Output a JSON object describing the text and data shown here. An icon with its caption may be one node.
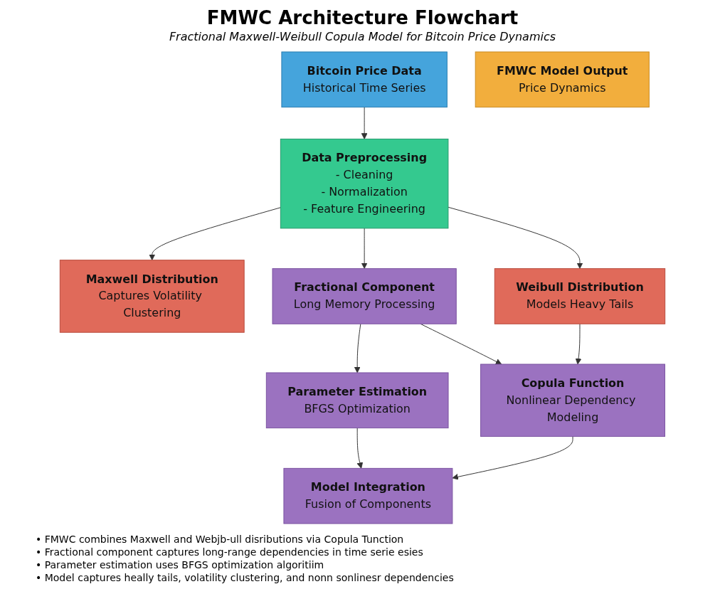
{
  "diagram": {
    "title": "FMWC Architecture Flowchart",
    "nodes": [
      {
        "text": [
          "Bitcoin Price Data",
          "Historical Time Series"
        ]
      },
      {
        "text": [
          "Data Preprocessing",
          "- Cleaning",
          "- Normalization",
          "- Feature Engineering"
        ]
      },
      {
        "text": [
          "Maxwell Distribution",
          "Captures Volatility Clustering"
        ]
      },
      {
        "text": [
          "Weibull Distribution",
          "Models Heavy Tails"
        ]
      },
      {
        "text": [
          "Fractional Component",
          "Long Memory Processing"
        ]
      },
      {
        "text": [
          "Parameter Estimation",
          "BFGS Optimization"
        ]
      },
      {
        "text": [
          "Copula Function",
          "Nonlinear Dependency Modeling"
        ]
      },
      {
        "text": [
          "Model Integration",
          "Fusion of Components"
        ]
      },
      {
        "text": [
          "FMWC Model Output",
          "Price Dynamics"
        ]
      }
    ],
    "edges": [
      {
        "from": 0,
        "to": 1,
        "arrow": "to"
      },
      {
        "from": 1,
        "to": 2,
        "arrow": "to"
      },
      {
        "from": 1,
        "to": 3,
        "arrow": "to"
      },
      {
        "from": 1,
        "to": 4,
        "arrow": "to"
      },
      {
        "from": 4,
        "to": 5,
        "arrow": "to"
      },
      {
        "from": 4,
        "to": 6,
        "arrow": "to"
      },
      {
        "from": 5,
        "to": 7,
        "arrow": "to"
      },
      {
        "from": 3,
        "to": 6,
        "arrow": "to"
      },
      {
        "from": 6,
        "to": 7,
        "arrow": "to"
      }
    ],
    "labels": [
      "Fractional Maxwell-Weibull Copula Model for Bitcoin Price Dynamics",
      "• FMWC combines Maxwell and Webjb-ull disributions via Copula Tunction",
      "• Fractional component captures long-range dependencies in time serie esies",
      "• Parameter estimation uses BFGS optimization algoritiim",
      "• Model captures heally tails, volatility clustering, and nonn sonlinesr dependencies"
    ]
  }
}
